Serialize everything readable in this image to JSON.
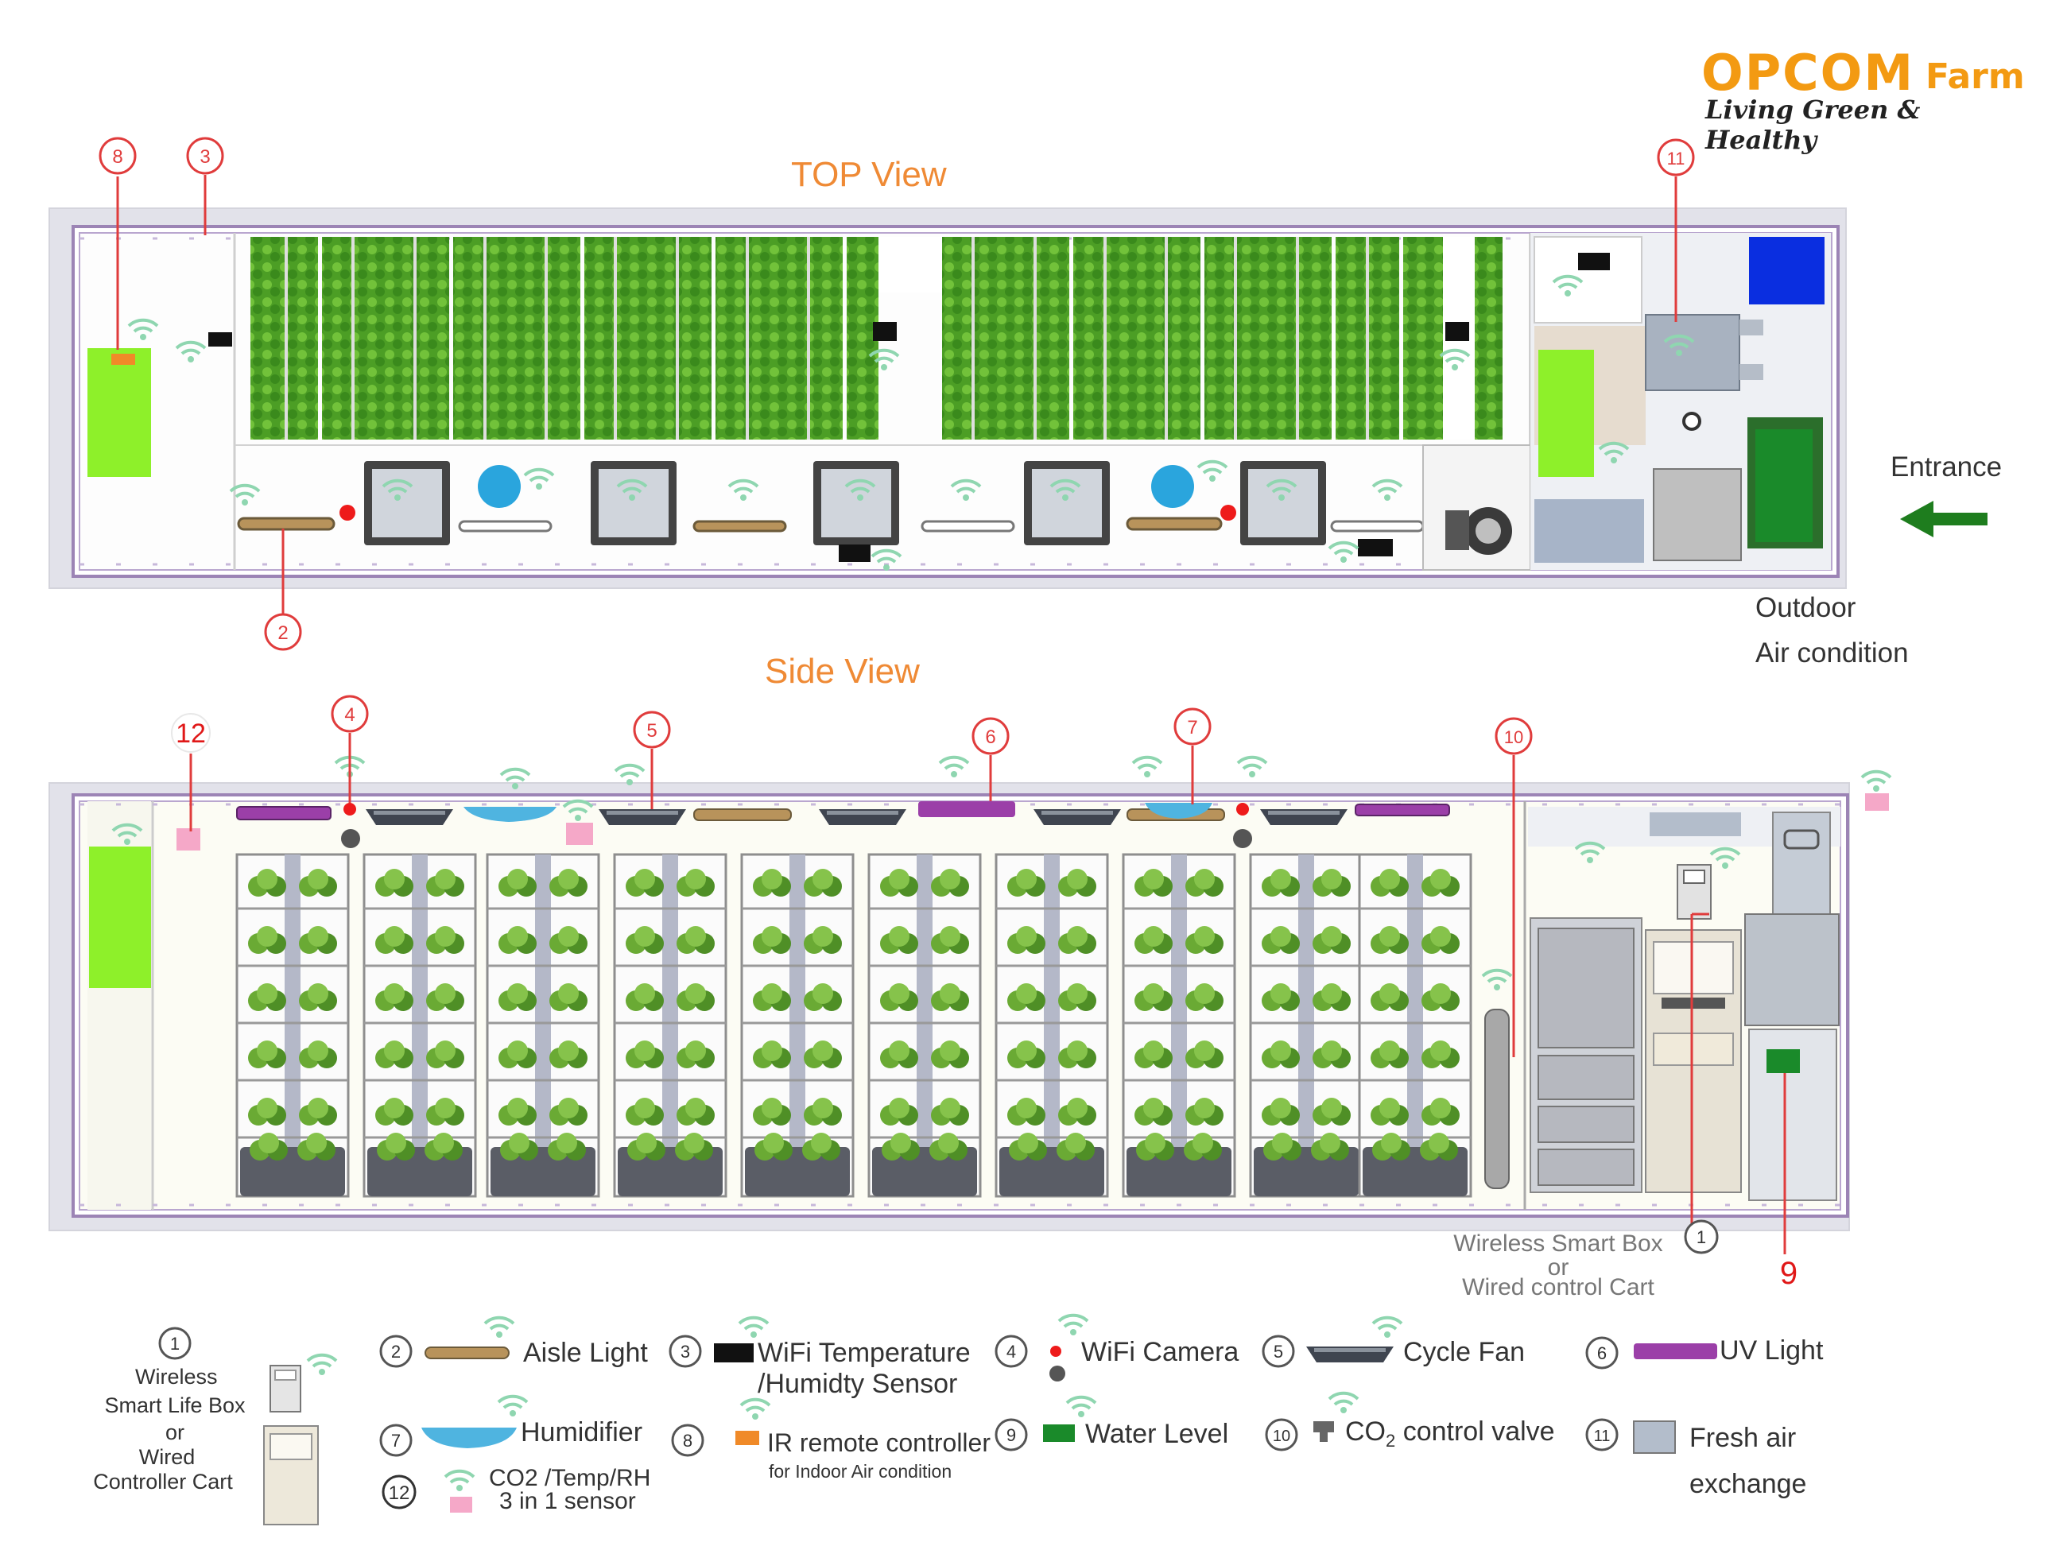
{
  "logo": {
    "brand": "OPCOM",
    "suffix": "Farm",
    "tagline": "Living Green & Healthy"
  },
  "top_view": {
    "title": "TOP View",
    "entrance": "Entrance",
    "outdoor_line1": "Outdoor",
    "outdoor_line2": "Air condition"
  },
  "side_view": {
    "title": "Side View"
  },
  "markers": {
    "m1": "1",
    "m2": "2",
    "m3": "3",
    "m4": "4",
    "m5": "5",
    "m6": "6",
    "m7": "7",
    "m8": "8",
    "m9": "9",
    "m10": "10",
    "m11": "11",
    "m12": "12"
  },
  "side_note": {
    "line1": "Wireless Smart Box",
    "line2": "or",
    "line3": "Wired control Cart"
  },
  "legend": {
    "l1_line1": "Wireless",
    "l1_line2": "Smart Life Box",
    "l1_line3": "or",
    "l1_line4": "Wired",
    "l1_line5": "Controller Cart",
    "l2": "Aisle Light",
    "l3_line1": "WiFi Temperature",
    "l3_line2": "/Humidty Sensor",
    "l4": "WiFi Camera",
    "l5": "Cycle Fan",
    "l6": "UV Light",
    "l7": "Humidifier",
    "l8_line1": "IR remote controller",
    "l8_line2": "for Indoor Air condition",
    "l9": "Water Level",
    "l10_prefix": "CO",
    "l10_sub": "2",
    "l10_suffix": " control valve",
    "l11_line1": "Fresh air",
    "l11_line2": "exchange",
    "l12_line1": "CO2 /Temp/RH",
    "l12_line2": "3 in 1 sensor"
  },
  "colors": {
    "orange_title": "#ef8a35",
    "logo_orange": "#f39a12",
    "marker_red": "#e03c3c",
    "lime": "#8ef02a",
    "plant_green": "#3f9a1e",
    "wifi_green": "#8fd6b0",
    "aisle_light": "#b8935b",
    "uv_purple": "#9b3fa8",
    "humidifier_blue": "#4fb4e0",
    "water_green": "#1a8a2a",
    "sensor_pink": "#f5a8c8",
    "blue_box": "#0a2ee0",
    "arrow_green": "#1e7d1e"
  }
}
